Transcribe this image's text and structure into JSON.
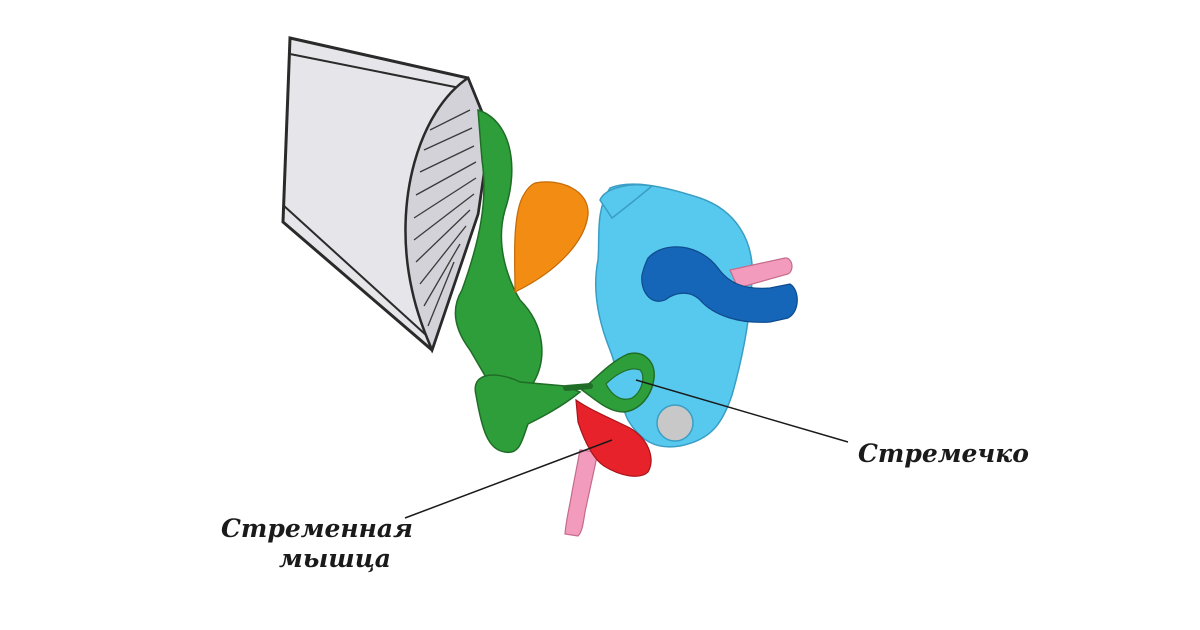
{
  "labels": {
    "stapes": "Стремечко",
    "stapedius_line1": "Стременная",
    "stapedius_line2": "мышца"
  },
  "colors": {
    "ear_canal": "#e6e6ea",
    "malleus": "#2e9e3a",
    "incus": "#f28c12",
    "cochlea": "#58c9ee",
    "nerve": "#1565b8",
    "muscle": "#e8222a",
    "vessel": "#f29bbd",
    "window": "#c8c8c8"
  }
}
